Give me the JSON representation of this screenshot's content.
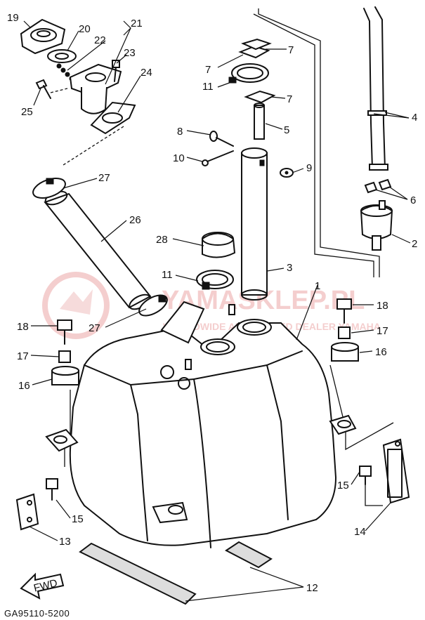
{
  "diagram": {
    "diagram_code": "GA95110-5200",
    "direction_label": "FWD",
    "watermark": {
      "site": "YAMASKLEP.PL",
      "tagline": "WORLDWIDE AUTHORIZED DEALER YAMAHA"
    },
    "callouts": [
      "19",
      "20",
      "21",
      "22",
      "23",
      "24",
      "25",
      "7",
      "7",
      "11",
      "7",
      "5",
      "8",
      "10",
      "9",
      "4",
      "6",
      "2",
      "27",
      "26",
      "28",
      "3",
      "11",
      "1",
      "18",
      "18",
      "17",
      "17",
      "16",
      "16",
      "27",
      "15",
      "15",
      "13",
      "14",
      "12"
    ]
  }
}
